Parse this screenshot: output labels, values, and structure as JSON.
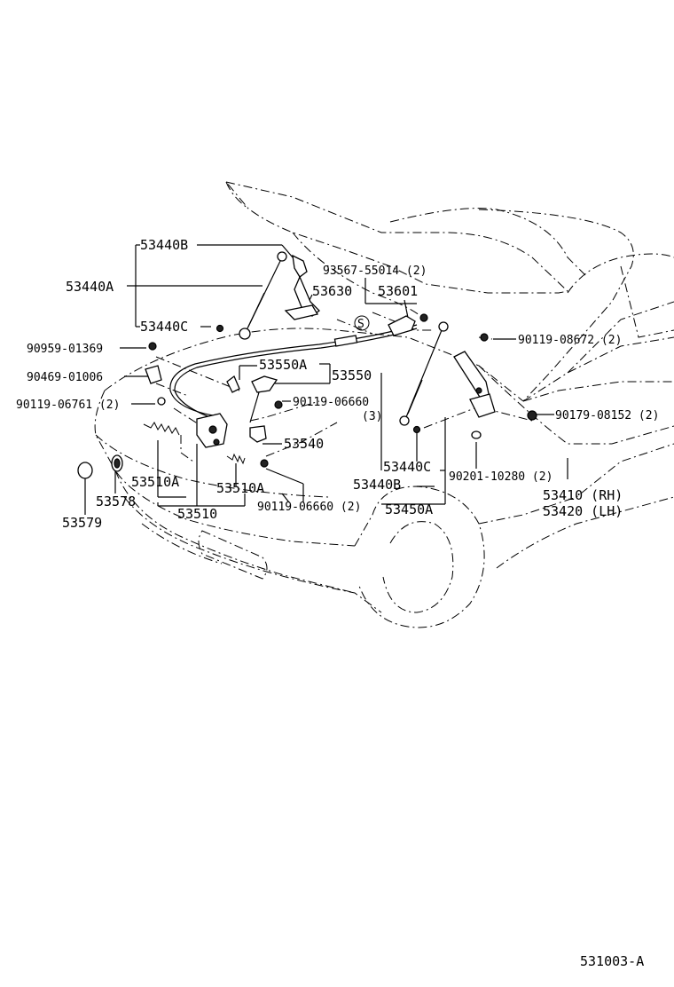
{
  "labels": {
    "p53440B": "53440B",
    "p53440A": "53440A",
    "p53440C_top": "53440C",
    "p93567": "93567-55014 (2)",
    "p53630": "53630",
    "p53601": "53601",
    "p90959": "90959-01369",
    "p90469": "90469-01006",
    "p90119_06761": "90119-06761 (2)",
    "p53550A": "53550A",
    "p53550": "53550",
    "p90119_06660_3": "90119-06660",
    "p90119_06660_3_qty": "(3)",
    "p53540": "53540",
    "p90119_08672": "90119-08672 (2)",
    "p90179": "90179-08152 (2)",
    "p53440C_right": "53440C",
    "p53440B_right": "53440B",
    "p90201": "90201-10280 (2)",
    "p53410": "53410 (RH)",
    "p53420": "53420 (LH)",
    "p53450A": "53450A",
    "p53510A_left": "53510A",
    "p53510A_mid": "53510A",
    "p53578": "53578",
    "p53510": "53510",
    "p90119_06660_2": "90119-06660 (2)",
    "p53579": "53579",
    "circled_s": "S",
    "diagram_code": "531003-A"
  }
}
